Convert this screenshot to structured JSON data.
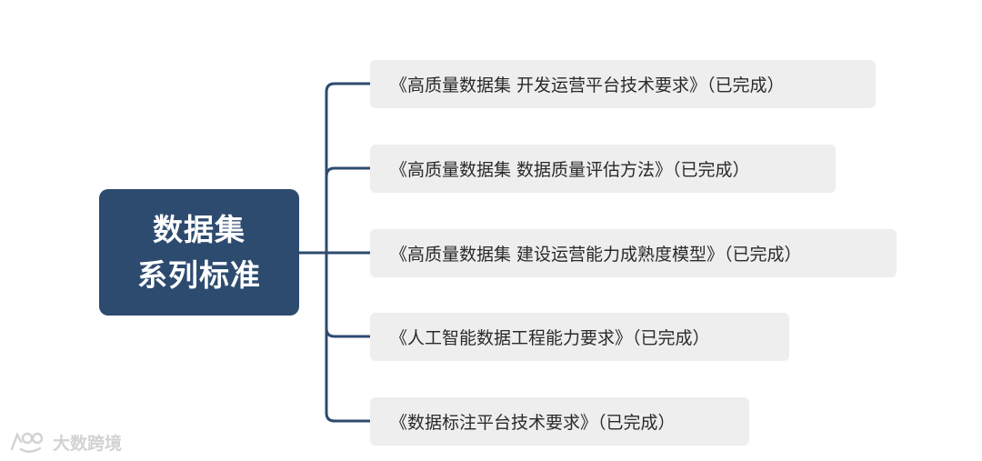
{
  "root": {
    "line1": "数据集",
    "line2": "系列标准"
  },
  "children": [
    {
      "label": "《高质量数据集 开发运营平台技术要求》（已完成）"
    },
    {
      "label": "《高质量数据集 数据质量评估方法》（已完成）"
    },
    {
      "label": "《高质量数据集 建设运营能力成熟度模型》（已完成）"
    },
    {
      "label": "《人工智能数据工程能力要求》（已完成）"
    },
    {
      "label": "《数据标注平台技术要求》（已完成）"
    }
  ],
  "watermark": {
    "text": "大数跨境"
  },
  "colors": {
    "root_bg": "#2d4b6f",
    "connector": "#2d4b6f",
    "child_bg": "#eeeeee",
    "child_text": "#2a2a2a",
    "watermark": "#d2d2d2"
  }
}
